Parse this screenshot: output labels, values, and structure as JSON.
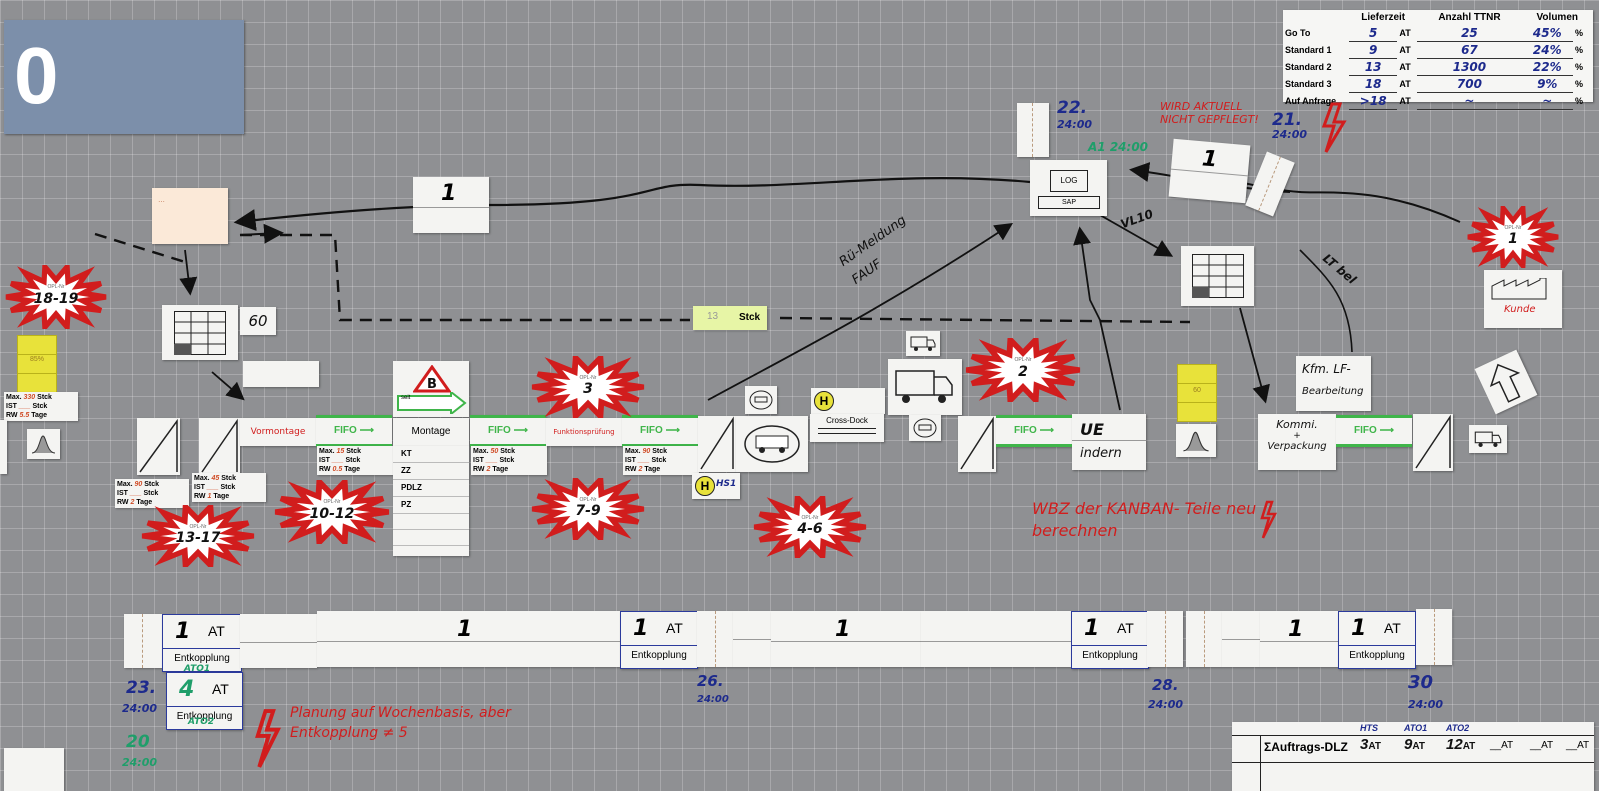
{
  "board_number": "0",
  "lead_time_table": {
    "headers": [
      "Lieferzeit",
      "Anzahl TTNR",
      "Volumen"
    ],
    "rows": [
      {
        "label": "Go To",
        "lieferzeit": "5",
        "unit": "AT",
        "ttnr": "25",
        "volumen": "45%",
        "pct": "%"
      },
      {
        "label": "Standard 1",
        "lieferzeit": "9",
        "unit": "AT",
        "ttnr": "67",
        "volumen": "24%",
        "pct": "%"
      },
      {
        "label": "Standard 2",
        "lieferzeit": "13",
        "unit": "AT",
        "ttnr": "1300",
        "volumen": "22%",
        "pct": "%"
      },
      {
        "label": "Standard 3",
        "lieferzeit": "18",
        "unit": "AT",
        "ttnr": "700",
        "volumen": "9%",
        "pct": "%"
      },
      {
        "label": "Auf Anfrage",
        "lieferzeit": ">18",
        "unit": "AT",
        "ttnr": "~",
        "volumen": "~",
        "pct": "%"
      }
    ]
  },
  "bursts": [
    {
      "id": "18-19",
      "cap": "OPL-Nr",
      "num": "18-19"
    },
    {
      "id": "13-17",
      "cap": "OPL-Nr",
      "num": "13-17"
    },
    {
      "id": "10-12",
      "cap": "OPL-Nr",
      "num": "10-12"
    },
    {
      "id": "3",
      "cap": "OPL-Nr",
      "num": "3"
    },
    {
      "id": "7-9",
      "cap": "OPL-Nr",
      "num": "7-9"
    },
    {
      "id": "4-6",
      "cap": "OPL-Nr",
      "num": "4-6"
    },
    {
      "id": "2",
      "cap": "OPL-Nr",
      "num": "2"
    },
    {
      "id": "1",
      "cap": "OPL-Nr",
      "num": "1"
    }
  ],
  "labels": {
    "log": "LOG",
    "sap": "SAP",
    "montage": "Montage",
    "vormontage": "Vormontage",
    "funktionspruefung": "Funktionsprüfung",
    "fifo": "FIFO",
    "cross_dock": "Cross-Dock",
    "ue_indern": [
      "UE",
      "indern"
    ],
    "kommi": [
      "Kommi.",
      "+",
      "Verpackung"
    ],
    "kfm_lf": [
      "Kfm. LF-",
      "Bearbeitung"
    ],
    "kunde": "Kunde",
    "stck_label": "Stck",
    "stck_value": "13",
    "one": "1",
    "sixty": "60",
    "montage_metrics": [
      "KT",
      "ZZ",
      "PDLZ",
      "PZ"
    ],
    "max": "Max.",
    "ist": "IST",
    "rw": "RW",
    "stck": "Stck",
    "tage": "Tage",
    "pct_yellow": "85%",
    "seit": "seit",
    "h": "H",
    "c_mtl_label": "Cross-Dock"
  },
  "handwriting": {
    "wird_aktuell": "WIRD AKTUELL NICHT GEPFLEGT!",
    "wbz_kanban": "WBZ der KANBAN- Teile neu berechnen",
    "planung": "Planung auf Wochenbasis, aber Entkopplung ≠ 5",
    "rueckmeldung": "Rü-Meldung FAUF",
    "vl10": "VL10",
    "lt_bel": "LT bel",
    "date22": "22.",
    "time22": "24:00",
    "at": "A1 24:00",
    "date21": "21.",
    "time21": "24:00",
    "date23": "23.",
    "time23": "24:00",
    "date26": "26.",
    "time26": "24:00",
    "date28": "28.",
    "time28": "24:00",
    "date30": "30",
    "time30": "24:00",
    "date20": "20",
    "time20": "24:00",
    "hs1": "HS1",
    "ato1": "ATO1",
    "ato2": "ATO2",
    "sixtys": "60"
  },
  "timeline": {
    "cells": [
      {
        "one": "1",
        "unit": "AT",
        "entk": "Entkopplung",
        "note": "ATO1"
      },
      {
        "one": "1",
        "unit": "",
        "entk": "",
        "note": ""
      },
      {
        "one": "1",
        "unit": "AT",
        "entk": "Entkopplung",
        "note": ""
      },
      {
        "one": "1",
        "unit": "",
        "entk": "",
        "note": ""
      },
      {
        "one": "1",
        "unit": "AT",
        "entk": "Entkopplung",
        "note": ""
      },
      {
        "one": "1",
        "unit": "",
        "entk": "",
        "note": ""
      },
      {
        "one": "1",
        "unit": "AT",
        "entk": "Entkopplung",
        "note": ""
      }
    ],
    "lower": {
      "one": "4",
      "unit": "AT",
      "entk": "Entkopplung",
      "note": "ATO2"
    }
  },
  "dlz": {
    "label": "ΣAuftrags-DLZ",
    "heads": [
      "HTS",
      "ATO1",
      "ATO2"
    ],
    "values": [
      "3",
      "9",
      "12"
    ],
    "unit": "AT"
  },
  "colors": {
    "red": "#d11d1d",
    "blue": "#1d2a8c",
    "green": "#3fb54a",
    "yellow": "#e8e23a",
    "lime": "#e7f5a6",
    "board": "#8f9093",
    "header": "#7c8faa"
  }
}
